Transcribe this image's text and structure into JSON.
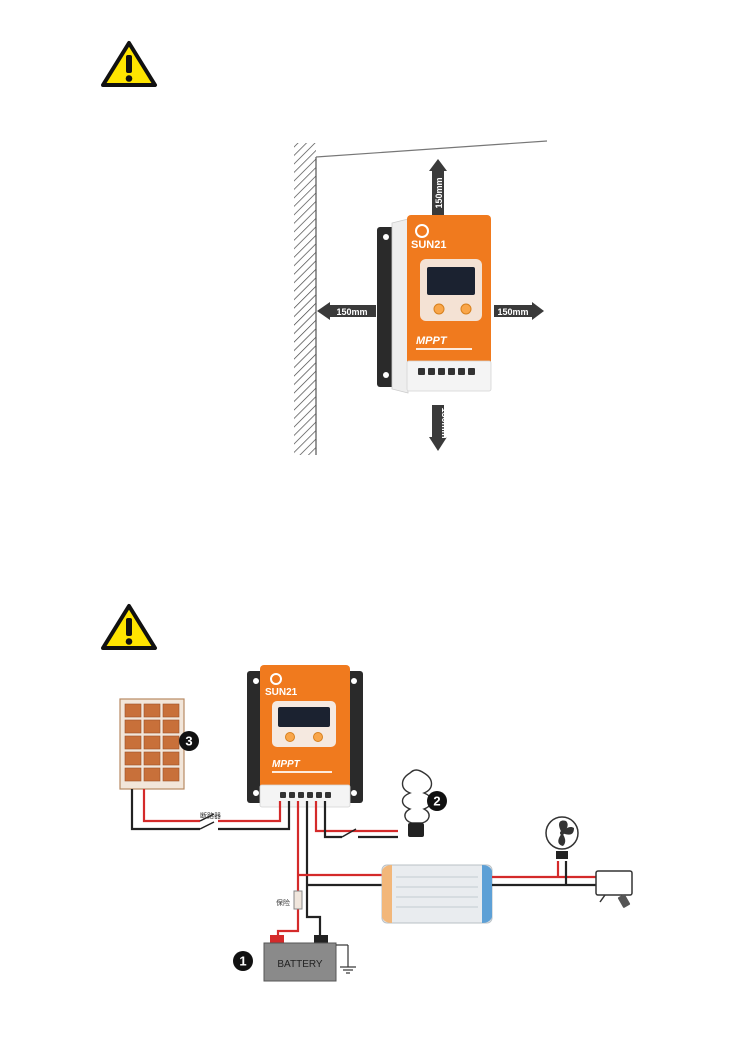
{
  "warning_icon": "warning-triangle-icon",
  "mounting_figure": {
    "clearance_top": "150mm",
    "clearance_bottom": "150mm",
    "clearance_left": "150mm",
    "clearance_right": "150mm",
    "brand": "SUN21",
    "product": "MPPT"
  },
  "wiring_figure": {
    "brand": "SUN21",
    "product": "MPPT",
    "breaker_label": "断路器",
    "fuse_label": "保险",
    "battery_label": "BATTERY",
    "marker_1": "1",
    "marker_2": "2",
    "marker_3": "3"
  },
  "colors": {
    "orange": "#F07A1E",
    "warning_yellow": "#FFE500",
    "wire_red": "#D42A2A",
    "wire_black": "#222222"
  }
}
